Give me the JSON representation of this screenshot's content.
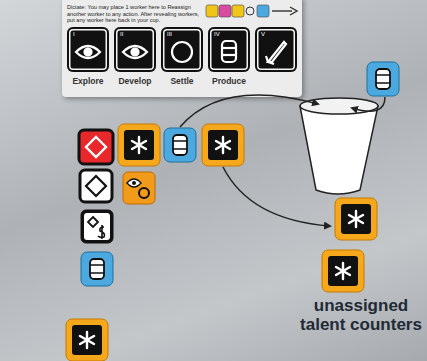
{
  "diagram": {
    "nodes": [
      {
        "text": [
          "Dictate: You may place 1 worker here to Reassign another worker to any action. After revealing workers, put any worker here back in your cup."
        ]
      },
      {
        "text": [
          "I",
          "Explore"
        ],
        "in": 0
      },
      {
        "text": [
          "II",
          "Develop"
        ],
        "in": 0
      },
      {
        "text": [
          "III",
          "Settle"
        ],
        "in": 0
      },
      {
        "text": [
          "IV",
          "Produce"
        ],
        "in": 0
      },
      {
        "text": [
          "V"
        ],
        "in": 0
      }
    ],
    "labels": [
      "unassigned talent counters"
    ]
  }
}
